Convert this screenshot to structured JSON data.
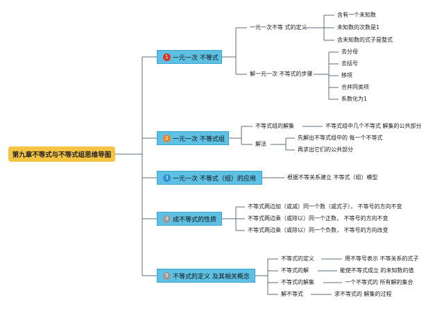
{
  "root": {
    "title": "第九章不等式与不等式组思维导图"
  },
  "branches": [
    {
      "badge": "1",
      "badge_color": "#d9352b",
      "label": "一元一次 不等式",
      "subtopics": [
        {
          "label": "一元一次不等 式的定义",
          "items": [
            "含有一个未知数",
            "未知数的次数是1",
            "含未知数的式子是整式"
          ]
        },
        {
          "label": "解一元一次 不等式的步骤",
          "items": [
            "去分母",
            "去括号",
            "移项",
            "合并同类项",
            "系数化为1"
          ]
        }
      ]
    },
    {
      "badge": "2",
      "badge_color": "#e8862b",
      "label": "一元一次 不等式组",
      "subtopics": [
        {
          "label": "不等式组的解集",
          "items": [
            "不等式组中几个不等式 解集的公共部分"
          ]
        },
        {
          "label": "解法",
          "items": [
            "先解出不等式组中的 每一个不等式",
            "再求出它们的公共部分"
          ]
        }
      ]
    },
    {
      "badge": "3",
      "badge_color": "#2f8fd6",
      "label": "一元一次 不等式（组）的应用",
      "items": [
        "根据不等关系建立 不等式（组）模型"
      ]
    },
    {
      "badge": "4",
      "badge_color": "#9a9a9a",
      "label": "成不等式的性质",
      "items": [
        "不等式两边加（或减）同一个数（或式子）， 不等号的方向不变",
        "不等式两边乘（或除以）同一个正数， 不等号的方向不变",
        "不等式两边乘（或除以）同一个负数， 不等号的方向改变"
      ]
    },
    {
      "badge": "5",
      "badge_color": "#9a9a9a",
      "label": "不等式的定义 及其相关概念",
      "pairs": [
        {
          "term": "不等式的定义",
          "desc": "用不等号表示 不等关系的式子"
        },
        {
          "term": "不等式的解",
          "desc": "能使不等式成立 的未知数的值"
        },
        {
          "term": "不等式的解集",
          "desc": "一个不等式的 所有解的集合"
        },
        {
          "term": "解不等式",
          "desc": "求不等式的 解集的过程"
        }
      ]
    }
  ],
  "line_color": "#5a6b80"
}
